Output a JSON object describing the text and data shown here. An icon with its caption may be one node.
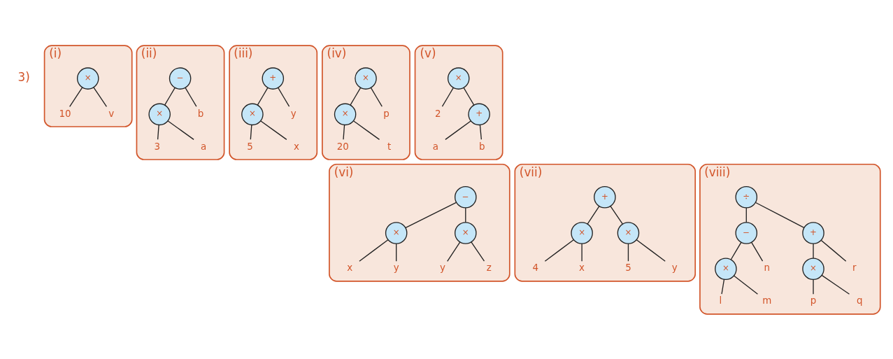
{
  "diagram": {
    "nodes": [
      {
        "text": [
          "(i)"
        ]
      },
      {
        "text": [
          "×"
        ],
        "in": 0
      },
      {
        "text": [
          "10"
        ],
        "in": 0
      },
      {
        "text": [
          "v"
        ],
        "in": 0
      },
      {
        "text": [
          "(ii)"
        ]
      },
      {
        "text": [
          "−"
        ],
        "in": 4
      },
      {
        "text": [
          "b"
        ],
        "in": 4
      },
      {
        "text": [
          "×"
        ],
        "in": 4
      },
      {
        "text": [
          "3"
        ],
        "in": 4
      },
      {
        "text": [
          "a"
        ],
        "in": 4
      },
      {
        "text": [
          "(iii)"
        ]
      },
      {
        "text": [
          "+"
        ],
        "in": 10
      },
      {
        "text": [
          "y"
        ],
        "in": 10
      },
      {
        "text": [
          "×"
        ],
        "in": 10
      },
      {
        "text": [
          "5"
        ],
        "in": 10
      },
      {
        "text": [
          "x"
        ],
        "in": 10
      },
      {
        "text": [
          "(iv)"
        ]
      },
      {
        "text": [
          "×"
        ],
        "in": 16
      },
      {
        "text": [
          "p"
        ],
        "in": 16
      },
      {
        "text": [
          "×"
        ],
        "in": 16
      },
      {
        "text": [
          "20"
        ],
        "in": 16
      },
      {
        "text": [
          "t"
        ],
        "in": 16
      },
      {
        "text": [
          "(v)"
        ]
      },
      {
        "text": [
          "×"
        ],
        "in": 22
      },
      {
        "text": [
          "2"
        ],
        "in": 22
      },
      {
        "text": [
          "+"
        ],
        "in": 22
      },
      {
        "text": [
          "a"
        ],
        "in": 22
      },
      {
        "text": [
          "b"
        ],
        "in": 22
      },
      {
        "text": [
          "(vi)"
        ]
      },
      {
        "text": [
          "−"
        ],
        "in": 28
      },
      {
        "text": [
          "×"
        ],
        "in": 28
      },
      {
        "text": [
          "×"
        ],
        "in": 28
      },
      {
        "text": [
          "x"
        ],
        "in": 28
      },
      {
        "text": [
          "y"
        ],
        "in": 28
      },
      {
        "text": [
          "y"
        ],
        "in": 28
      },
      {
        "text": [
          "z"
        ],
        "in": 28
      },
      {
        "text": [
          "(vii)"
        ]
      },
      {
        "text": [
          "+"
        ],
        "in": 36
      },
      {
        "text": [
          "×"
        ],
        "in": 36
      },
      {
        "text": [
          "×"
        ],
        "in": 36
      },
      {
        "text": [
          "4"
        ],
        "in": 36
      },
      {
        "text": [
          "x"
        ],
        "in": 36
      },
      {
        "text": [
          "5"
        ],
        "in": 36
      },
      {
        "text": [
          "y"
        ],
        "in": 36
      },
      {
        "text": [
          "(viii)"
        ]
      },
      {
        "text": [
          "÷"
        ],
        "in": 44
      },
      {
        "text": [
          "−"
        ],
        "in": 44
      },
      {
        "text": [
          "+"
        ],
        "in": 44
      },
      {
        "text": [
          "×"
        ],
        "in": 44
      },
      {
        "text": [
          "n"
        ],
        "in": 44
      },
      {
        "text": [
          "×"
        ],
        "in": 44
      },
      {
        "text": [
          "r"
        ],
        "in": 44
      },
      {
        "text": [
          "l"
        ],
        "in": 44
      },
      {
        "text": [
          "m"
        ],
        "in": 44
      },
      {
        "text": [
          "p"
        ],
        "in": 44
      },
      {
        "text": [
          "q"
        ],
        "in": 44
      }
    ],
    "edges": [
      {
        "from": 1,
        "to": 2,
        "arrow": "none"
      },
      {
        "from": 1,
        "to": 3,
        "arrow": "none"
      },
      {
        "from": 5,
        "to": 7,
        "arrow": "none"
      },
      {
        "from": 5,
        "to": 6,
        "arrow": "none"
      },
      {
        "from": 7,
        "to": 8,
        "arrow": "none"
      },
      {
        "from": 7,
        "to": 9,
        "arrow": "none"
      },
      {
        "from": 11,
        "to": 13,
        "arrow": "none"
      },
      {
        "from": 11,
        "to": 12,
        "arrow": "none"
      },
      {
        "from": 13,
        "to": 14,
        "arrow": "none"
      },
      {
        "from": 13,
        "to": 15,
        "arrow": "none"
      },
      {
        "from": 17,
        "to": 19,
        "arrow": "none"
      },
      {
        "from": 17,
        "to": 18,
        "arrow": "none"
      },
      {
        "from": 19,
        "to": 20,
        "arrow": "none"
      },
      {
        "from": 19,
        "to": 21,
        "arrow": "none"
      },
      {
        "from": 23,
        "to": 24,
        "arrow": "none"
      },
      {
        "from": 23,
        "to": 25,
        "arrow": "none"
      },
      {
        "from": 25,
        "to": 26,
        "arrow": "none"
      },
      {
        "from": 25,
        "to": 27,
        "arrow": "none"
      },
      {
        "from": 29,
        "to": 30,
        "arrow": "none"
      },
      {
        "from": 29,
        "to": 31,
        "arrow": "none"
      },
      {
        "from": 30,
        "to": 32,
        "arrow": "none"
      },
      {
        "from": 30,
        "to": 33,
        "arrow": "none"
      },
      {
        "from": 31,
        "to": 34,
        "arrow": "none"
      },
      {
        "from": 31,
        "to": 35,
        "arrow": "none"
      },
      {
        "from": 37,
        "to": 38,
        "arrow": "none"
      },
      {
        "from": 37,
        "to": 39,
        "arrow": "none"
      },
      {
        "from": 38,
        "to": 40,
        "arrow": "none"
      },
      {
        "from": 38,
        "to": 41,
        "arrow": "none"
      },
      {
        "from": 39,
        "to": 42,
        "arrow": "none"
      },
      {
        "from": 39,
        "to": 43,
        "arrow": "none"
      },
      {
        "from": 45,
        "to": 46,
        "arrow": "none"
      },
      {
        "from": 45,
        "to": 47,
        "arrow": "none"
      },
      {
        "from": 46,
        "to": 48,
        "arrow": "none"
      },
      {
        "from": 46,
        "to": 49,
        "arrow": "none"
      },
      {
        "from": 47,
        "to": 50,
        "arrow": "none"
      },
      {
        "from": 47,
        "to": 51,
        "arrow": "none"
      },
      {
        "from": 48,
        "to": 52,
        "arrow": "none"
      },
      {
        "from": 48,
        "to": 53,
        "arrow": "none"
      },
      {
        "from": 50,
        "to": 54,
        "arrow": "none"
      },
      {
        "from": 50,
        "to": 55,
        "arrow": "none"
      }
    ],
    "labels": [
      "3)"
    ]
  }
}
